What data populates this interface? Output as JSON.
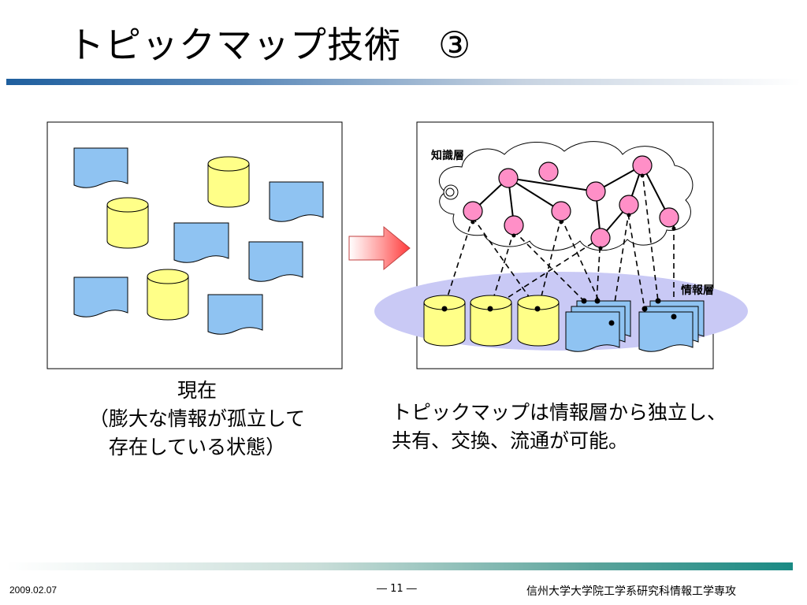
{
  "slide": {
    "title": "トピックマップ技術　③"
  },
  "diagram": {
    "left_caption_lines": [
      "現在",
      "（膨大な情報が孤立して",
      "存在している状態）"
    ],
    "right_caption_lines": [
      "トピックマップは情報層から独立し、",
      "共有、交換、流通が可能。"
    ],
    "knowledge_layer_label": "知識層",
    "information_layer_label": "情報層"
  },
  "colors": {
    "document_fill": "#8fc3f2",
    "database_fill": "#ffff88",
    "topic_fill": "#ff8fc7",
    "info_layer_fill": "#c9c9f5",
    "arrow_fill": "#ff5050"
  },
  "footer": {
    "date": "2009.02.07",
    "page": "― 11 ―",
    "organization": "信州大学大学院工学系研究科情報工学専攻"
  }
}
